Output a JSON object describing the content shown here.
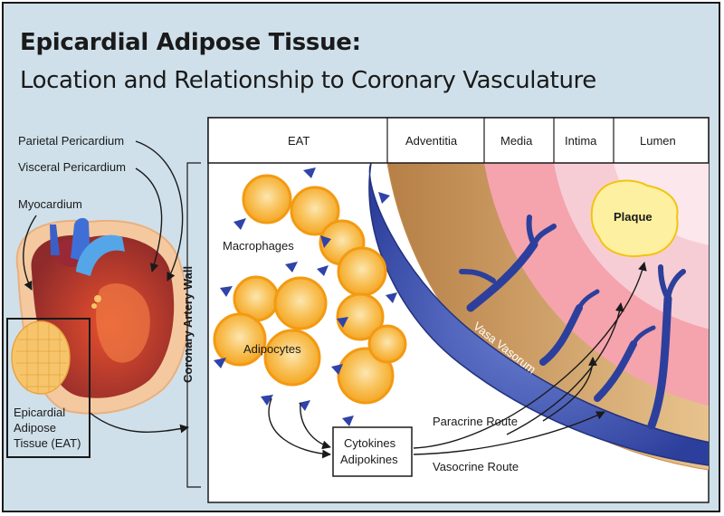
{
  "title": {
    "line1": "Epicardial Adipose Tissue:",
    "line2": "Location and Relationship to Coronary Vasculature"
  },
  "heart_labels": {
    "parietal": "Parietal Pericardium",
    "visceral": "Visceral Pericardium",
    "myocardium": "Myocardium",
    "eat_line1": "Epicardial",
    "eat_line2": "Adipose",
    "eat_line3": "Tissue (EAT)"
  },
  "wall_label": "Coronary Artery Wall",
  "layers": {
    "eat": "EAT",
    "adventitia": "Adventitia",
    "media": "Media",
    "intima": "Intima",
    "lumen": "Lumen"
  },
  "cells": {
    "macrophages": "Macrophages",
    "adipocytes": "Adipocytes"
  },
  "box": {
    "line1": "Cytokines",
    "line2": "Adipokines"
  },
  "routes": {
    "paracrine": "Paracrine Route",
    "vasocrine": "Vasocrine Route"
  },
  "vasa_vasorum": "Vasa Vasorum",
  "plaque": "Plaque",
  "colors": {
    "background": "#cfe0ea",
    "fat": "#f5a623",
    "vessel": "#3d55b8",
    "media": "#f5a3ad",
    "intima": "#f7cdd5",
    "lumen": "#fbe7ec",
    "plaque": "#fdf0a0"
  }
}
